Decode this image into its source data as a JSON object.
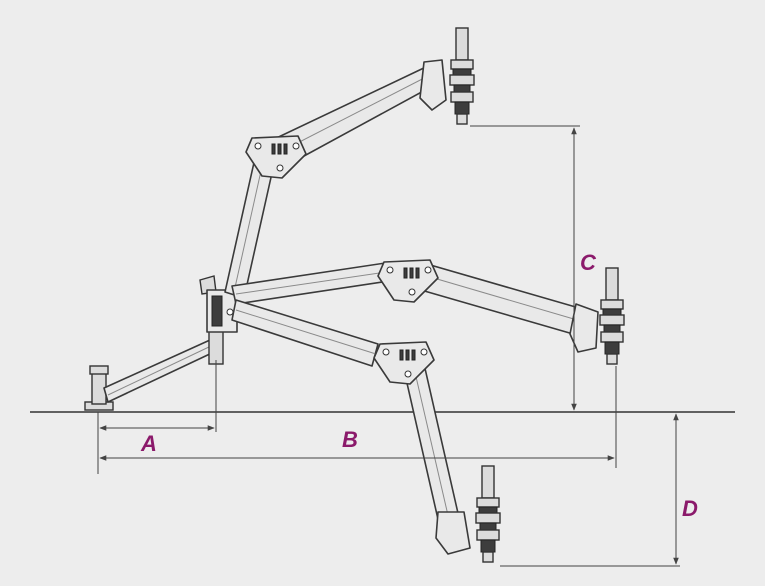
{
  "labels": {
    "a": "A",
    "b": "B",
    "c": "C",
    "d": "D"
  },
  "colors": {
    "label": "#8b1a6b",
    "background": "#ededed",
    "line": "#333333"
  }
}
